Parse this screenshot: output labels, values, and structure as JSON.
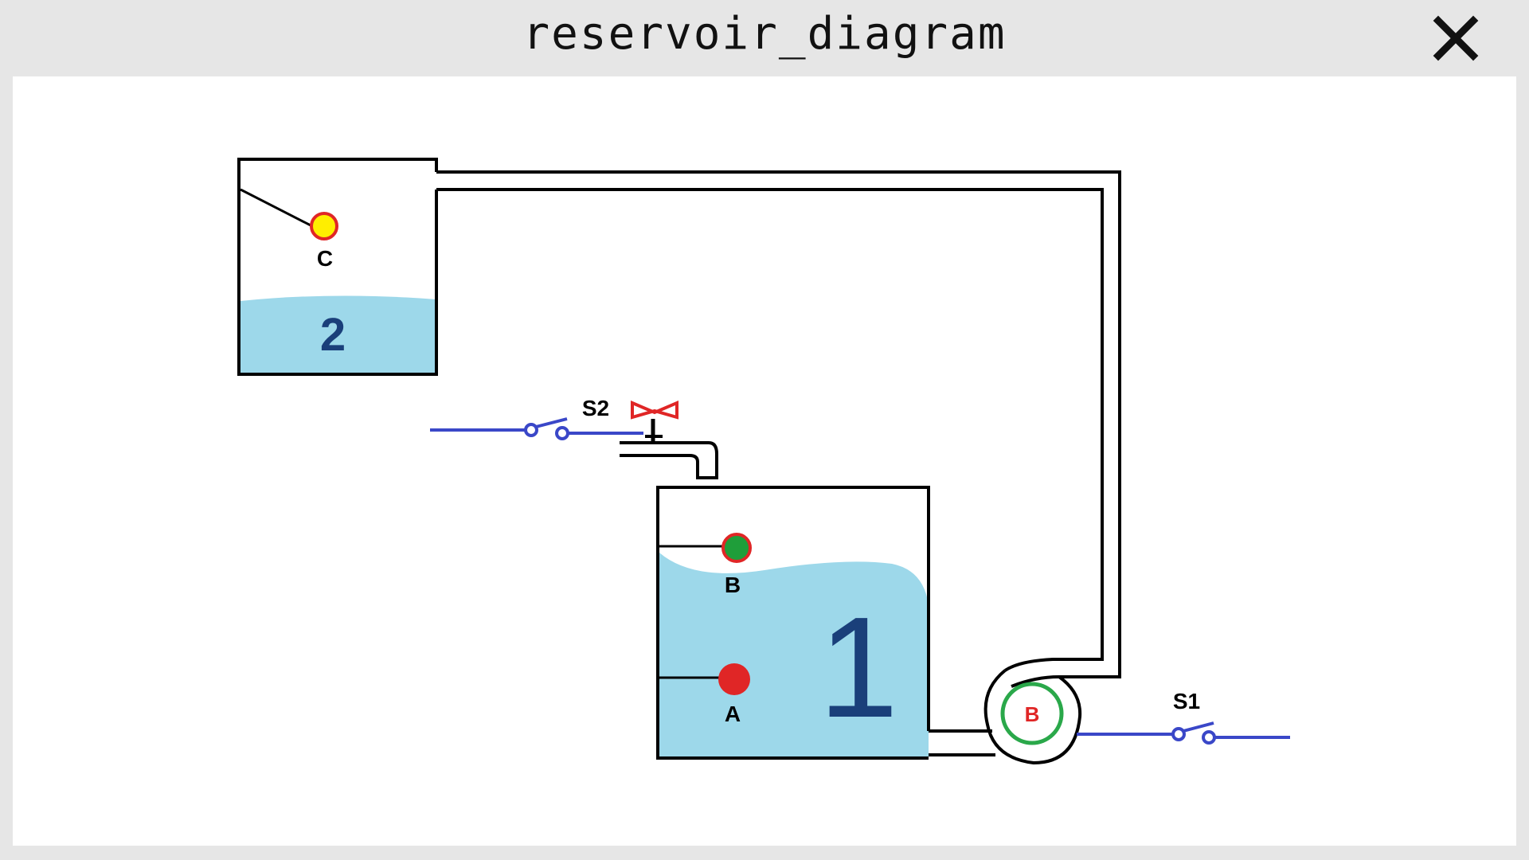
{
  "window": {
    "title": "reservoir_diagram",
    "close_icon": "close-x-icon"
  },
  "diagram": {
    "tank_1_label": "1",
    "tank_2_label": "2",
    "sensor_a_label": "A",
    "sensor_b_label": "B",
    "sensor_c_label": "C",
    "pump_label": "B",
    "switch_s1_label": "S1",
    "switch_s2_label": "S2",
    "colors": {
      "water": "#9dd8ea",
      "wire": "#3a47c8",
      "sensor_a": "#e02626",
      "sensor_b_fill": "#1f9e3a",
      "sensor_c_fill": "#ffee00",
      "sensor_ring": "#e02626",
      "pump_ring": "#2aa84a",
      "pump_label": "#e02626",
      "tank_number": "#1a3f7a",
      "valve": "#e02626"
    }
  }
}
